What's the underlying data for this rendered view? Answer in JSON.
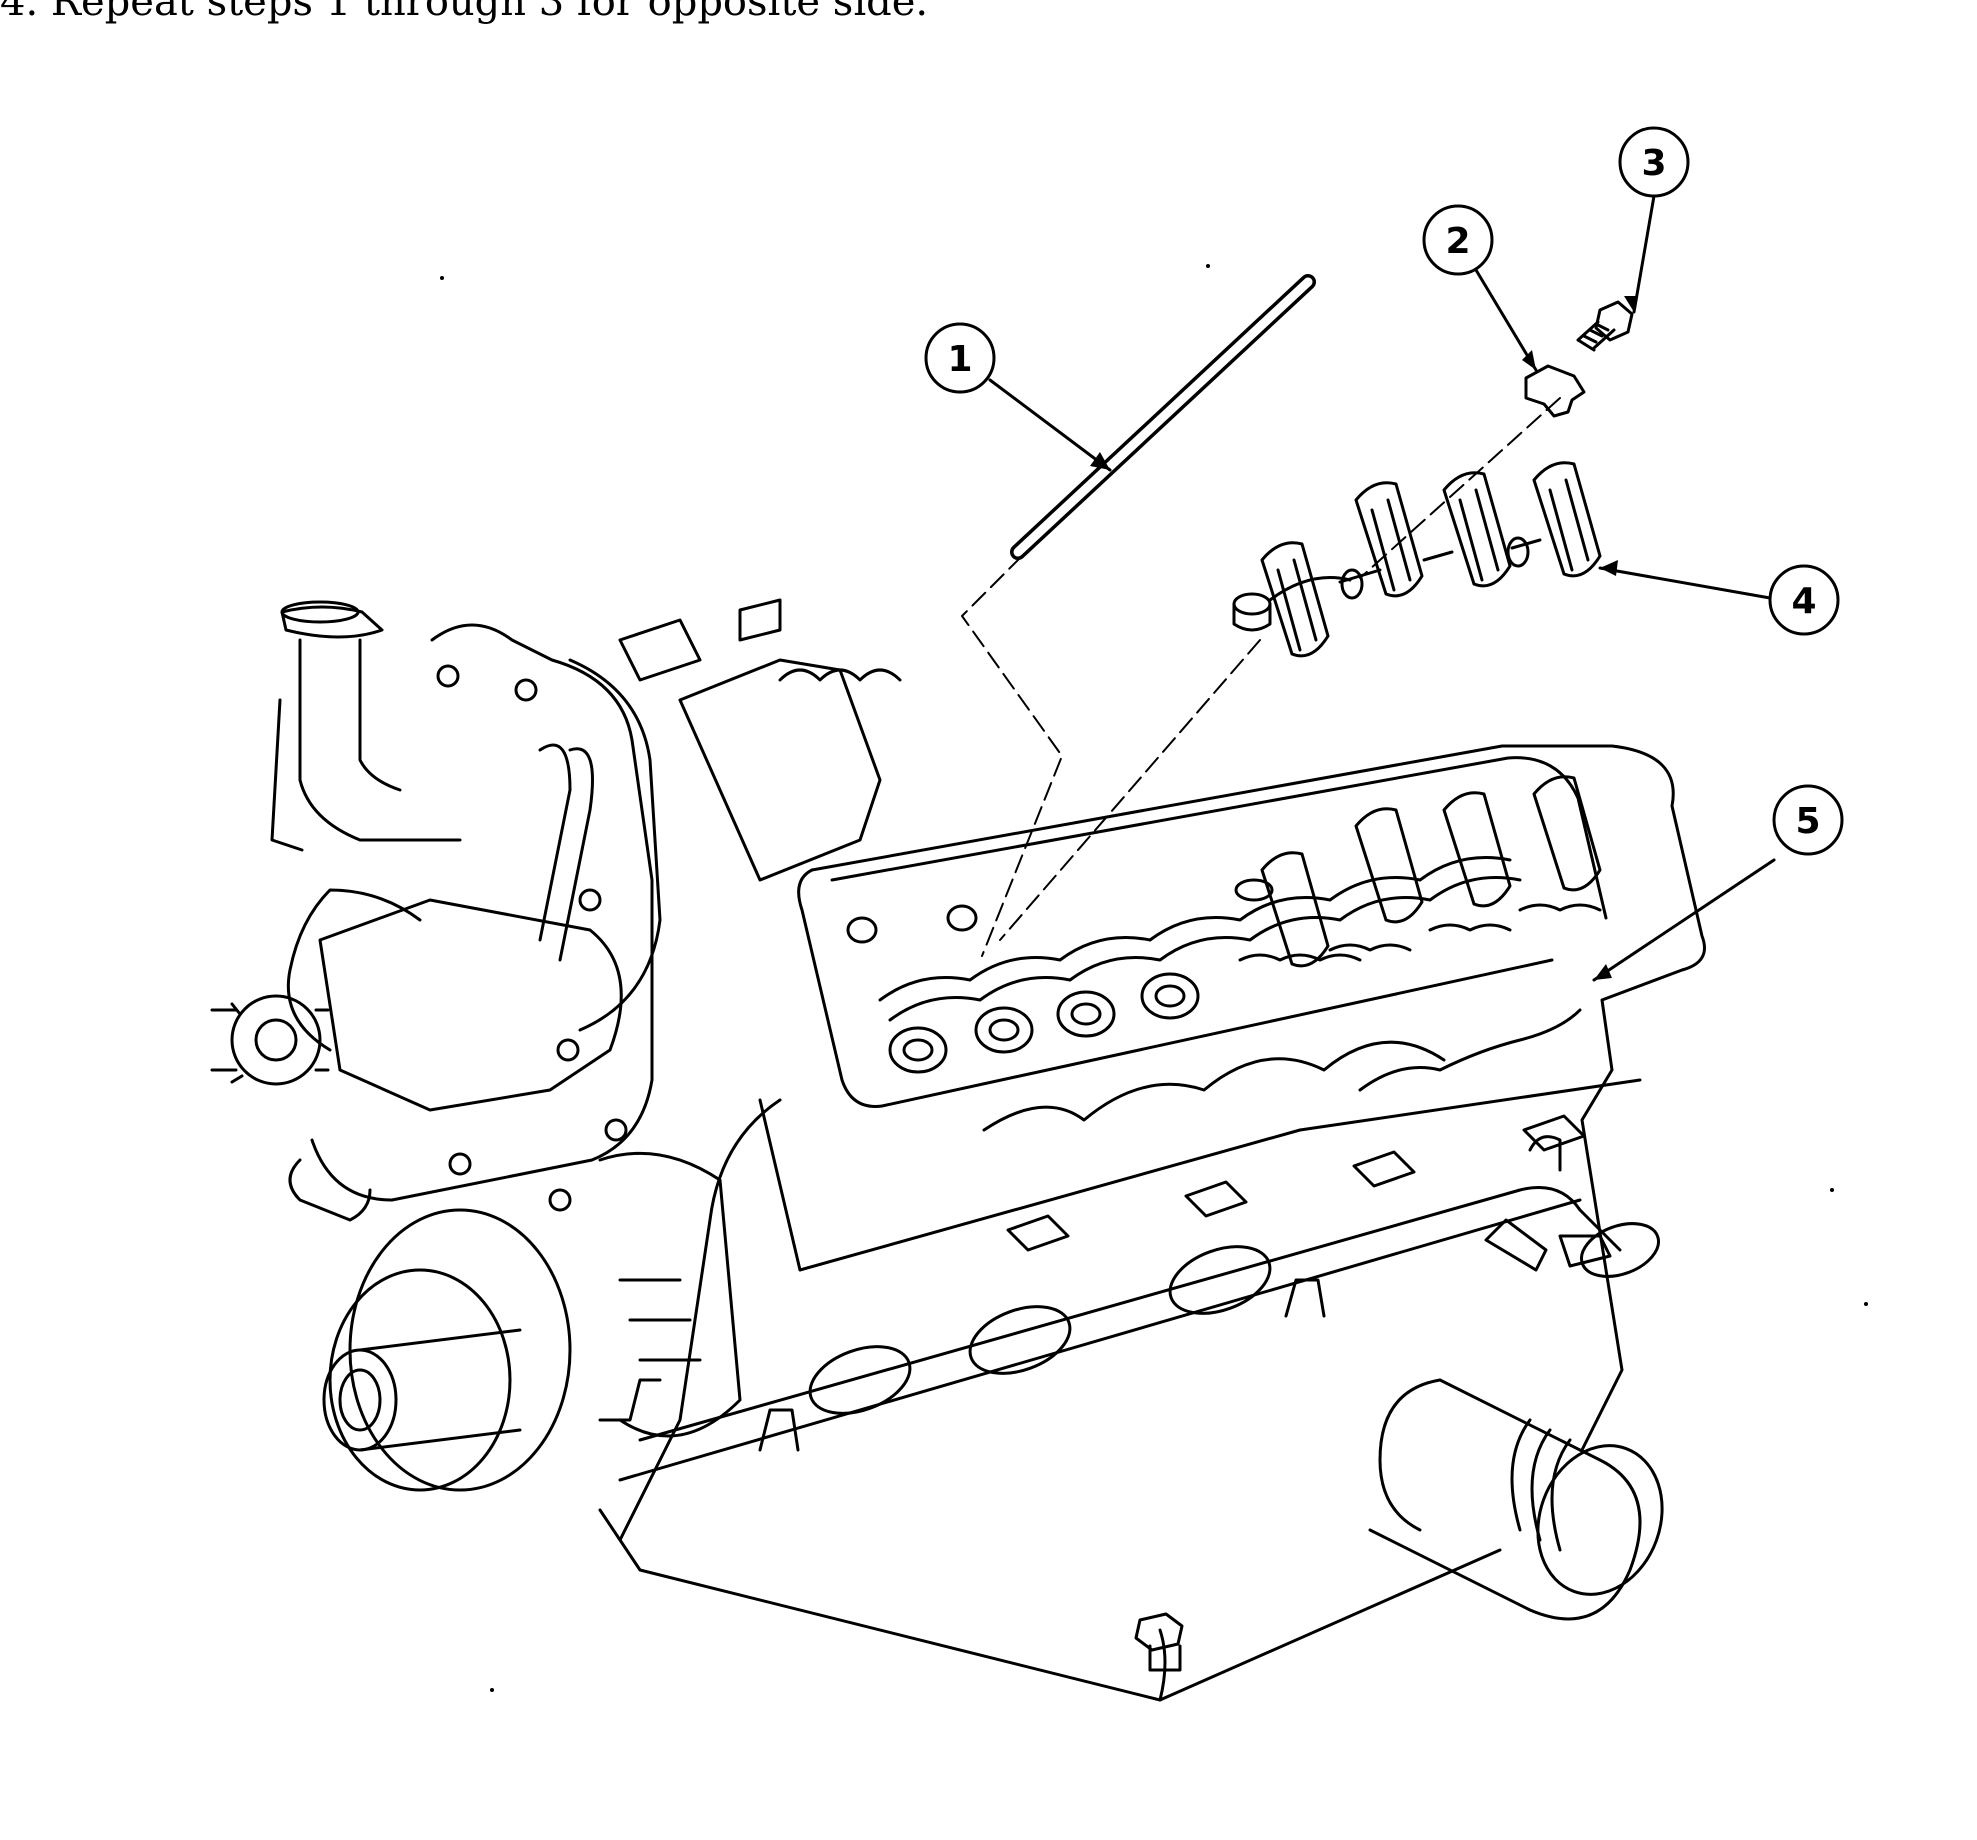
{
  "instruction": {
    "step_text": "4. Repeat steps 1 through 3 for opposite side."
  },
  "figure": {
    "callouts": [
      {
        "label": "1"
      },
      {
        "label": "2"
      },
      {
        "label": "3"
      },
      {
        "label": "4"
      },
      {
        "label": "5"
      }
    ]
  }
}
